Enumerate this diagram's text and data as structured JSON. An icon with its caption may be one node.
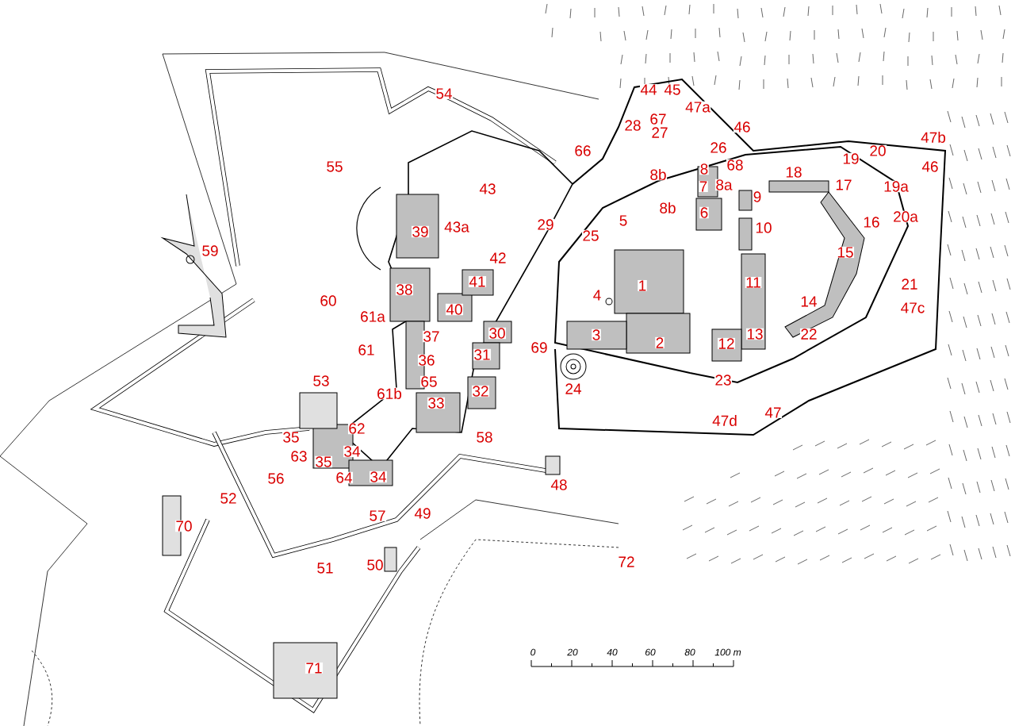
{
  "diagram": {
    "labels": [
      "54",
      "44",
      "45",
      "47a",
      "67",
      "28",
      "27",
      "46",
      "26",
      "20",
      "47b",
      "19",
      "66",
      "68",
      "55",
      "8b",
      "8",
      "18",
      "46",
      "43",
      "8a",
      "7",
      "17",
      "19a",
      "9",
      "8b",
      "6",
      "20a",
      "39",
      "43a",
      "29",
      "5",
      "25",
      "10",
      "16",
      "59",
      "42",
      "15",
      "1",
      "41",
      "38",
      "4",
      "11",
      "60",
      "14",
      "21",
      "47c",
      "40",
      "61a",
      "37",
      "3",
      "30",
      "13",
      "22",
      "2",
      "12",
      "69",
      "61",
      "36",
      "31",
      "53",
      "65",
      "23",
      "24",
      "32",
      "61b",
      "33",
      "47",
      "47d",
      "62",
      "58",
      "35",
      "63",
      "35",
      "34",
      "56",
      "64",
      "34",
      "48",
      "52",
      "49",
      "57",
      "70",
      "51",
      "50",
      "72",
      "71",
      "0",
      "20",
      "40",
      "60",
      "80",
      "100 m"
    ]
  }
}
